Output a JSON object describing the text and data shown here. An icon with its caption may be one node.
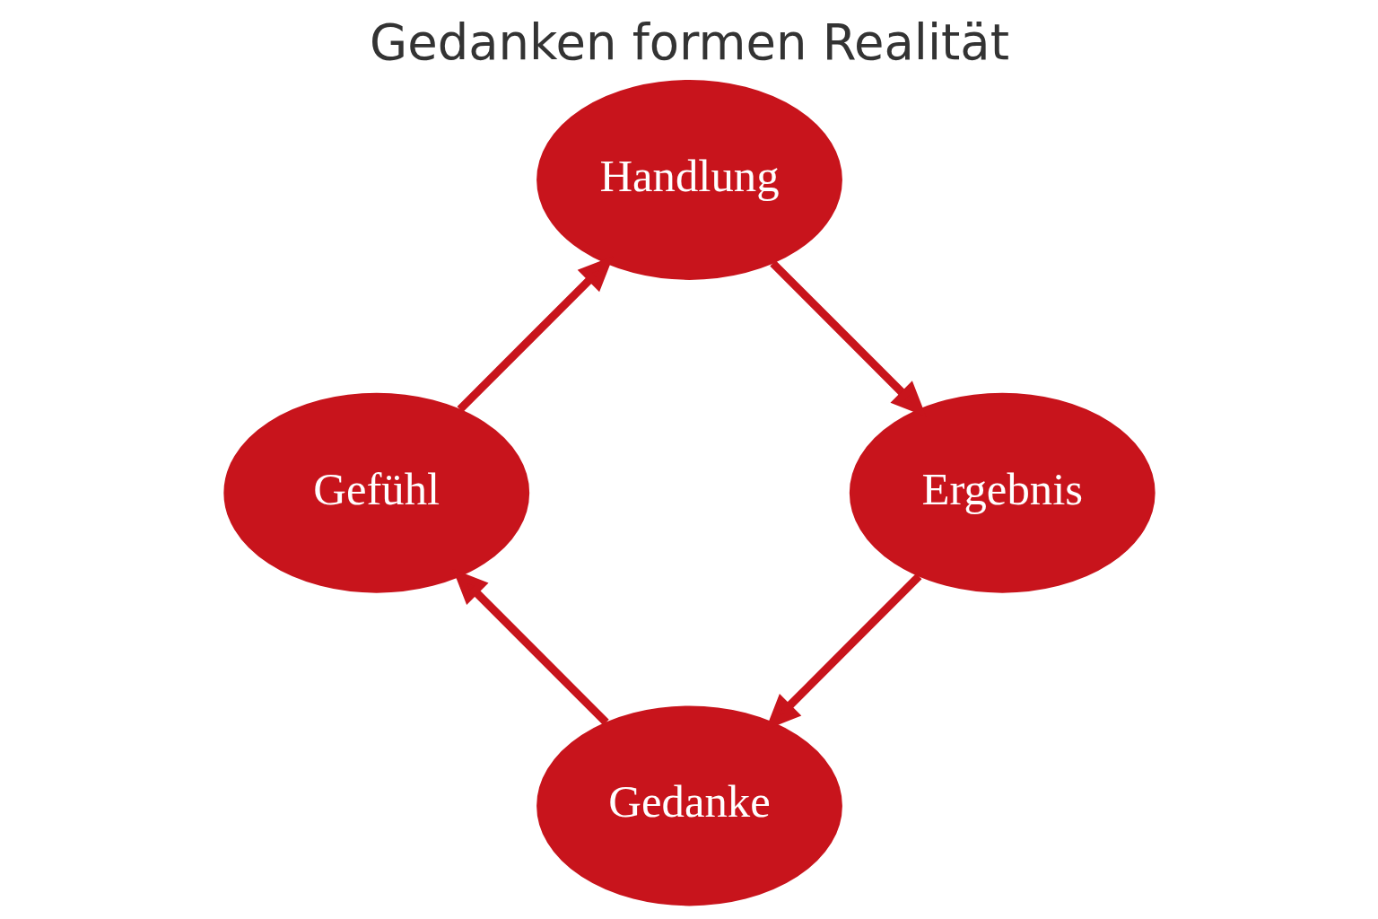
{
  "diagram": {
    "title": "Gedanken formen Realität",
    "nodes": [
      {
        "text": [
          "Gedanke"
        ]
      },
      {
        "text": [
          "Gefühl"
        ]
      },
      {
        "text": [
          "Handlung"
        ]
      },
      {
        "text": [
          "Ergebnis"
        ]
      }
    ],
    "edges": [
      {
        "from": 0,
        "to": 1,
        "arrow": "to"
      },
      {
        "from": 1,
        "to": 2,
        "arrow": "to"
      },
      {
        "from": 2,
        "to": 3,
        "arrow": "to"
      },
      {
        "from": 3,
        "to": 0,
        "arrow": "to"
      }
    ]
  }
}
